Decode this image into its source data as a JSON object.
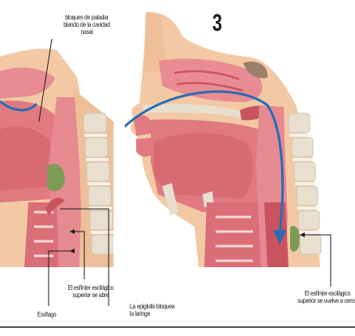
{
  "figure": {
    "step_number": "3",
    "labels": {
      "palate_blocks_nasal": [
        "bloques de paladar",
        "blando de la cavidad",
        "nasal"
      ],
      "upper_sphincter_opens": [
        "El esfínter esofágico",
        "superior se abre"
      ],
      "esophagus": "Esófago",
      "epiglottis_blocks_larynx": [
        "La epiglotis bloquea",
        "la laringe"
      ],
      "upper_sphincter_closes": [
        "El esfínter esofágico",
        "superior se vuelve a cerrar"
      ]
    },
    "colors": {
      "skin": "#f2c9a4",
      "tissue": "#e07a80",
      "tissue_dark": "#c9545f",
      "bone": "#e8dfcf",
      "cartilage": "#f7f1e6",
      "airway": "#9b7f6a",
      "bolus": "#7d9b55",
      "arrow": "#2a6bb5",
      "line": "#1a1a1a"
    }
  }
}
